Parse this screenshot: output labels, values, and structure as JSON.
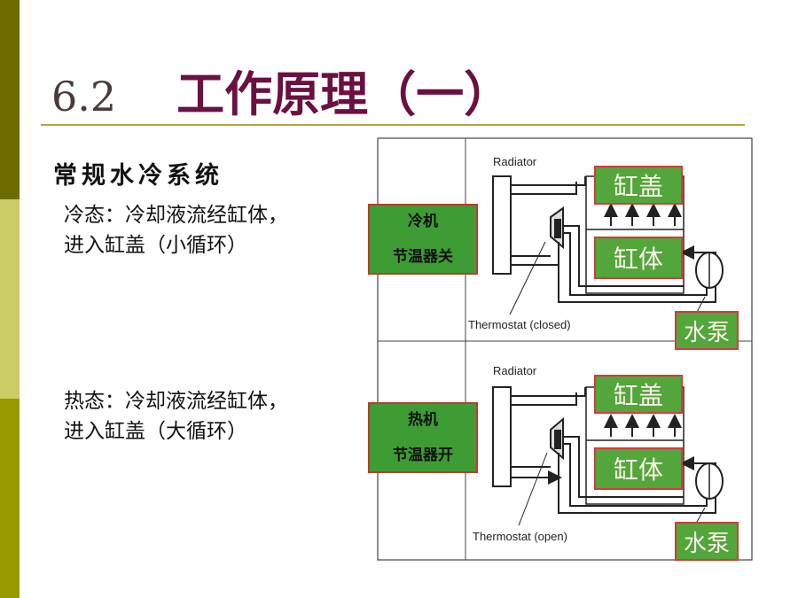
{
  "slide": {
    "number": "6.2",
    "title": "工作原理（一）",
    "subtitle": "常规水冷系统",
    "cold_line1": "冷态：冷却液流经缸体，",
    "cold_line2": "进入缸盖（小循环）",
    "hot_line1": "热态：冷却液流经缸体，",
    "hot_line2": "进入缸盖（大循环）"
  },
  "diagram": {
    "top": {
      "radiator": "Radiator",
      "thermostat": "Thermostat (closed)",
      "head_label": "缸盖",
      "block_label": "缸体",
      "pump_label": "水泵",
      "state_line1": "冷机",
      "state_line2": "节温器关"
    },
    "bottom": {
      "radiator": "Radiator",
      "thermostat": "Thermostat (open)",
      "head_label": "缸盖",
      "block_label": "缸体",
      "pump_label": "水泵",
      "state_line1": "热机",
      "state_line2": "节温器开"
    }
  },
  "colors": {
    "title": "#6b1040",
    "rule": "#b5a642",
    "label_fill": "#53a63b",
    "label_border": "#d63a3a"
  }
}
